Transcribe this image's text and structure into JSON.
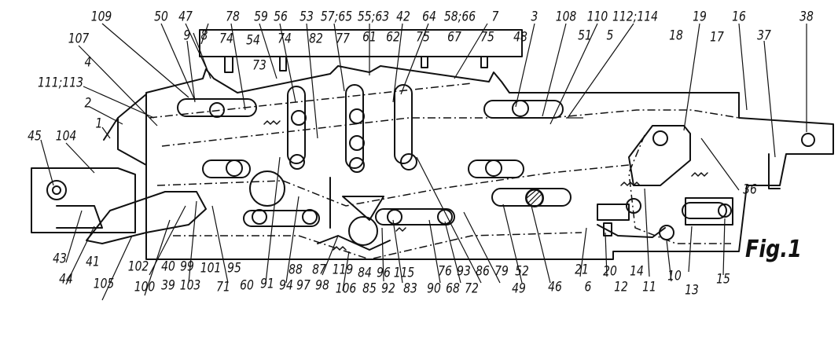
{
  "figure_label": "Fig.1",
  "labels": {
    "l109": "109",
    "l50": "50",
    "l47": "47",
    "l78": "78",
    "l59": "59",
    "l56": "56",
    "l53": "53",
    "l57_65": "57;65",
    "l55_63": "55;63",
    "l42": "42",
    "l64": "64",
    "l58_66": "58;66",
    "l7": "7",
    "l3": "3",
    "l108": "108",
    "l110": "110",
    "l112_114": "112;114",
    "l19": "19",
    "l16": "16",
    "l38": "38",
    "l107": "107",
    "l9": "9",
    "l8": "8",
    "l74a": "74",
    "l54": "54",
    "l74b": "74",
    "l82": "82",
    "l77": "77",
    "l61": "61",
    "l62": "62",
    "l75a": "75",
    "l67": "67",
    "l75b": "75",
    "l48": "48",
    "l51": "51",
    "l5": "5",
    "l18": "18",
    "l17": "17",
    "l37": "37",
    "l4": "4",
    "l73": "73",
    "l111_113": "111;113",
    "l2": "2",
    "l1": "1",
    "l45": "45",
    "l104": "104",
    "l36": "36",
    "l43": "43",
    "l44": "44",
    "l41": "41",
    "l105": "105",
    "l102": "102",
    "l100": "100",
    "l40": "40",
    "l39": "39",
    "l99": "99",
    "l103": "103",
    "l101": "101",
    "l71": "71",
    "l95": "95",
    "l60": "60",
    "l91": "91",
    "l94": "94",
    "l88": "88",
    "l97": "97",
    "l87": "87",
    "l98": "98",
    "l119": "119",
    "l106": "106",
    "l84": "84",
    "l85": "85",
    "l96": "96",
    "l92": "92",
    "l115": "115",
    "l83": "83",
    "l90": "90",
    "l76": "76",
    "l68": "68",
    "l93": "93",
    "l86": "86",
    "l72": "72",
    "l79": "79",
    "l49": "49",
    "l52": "52",
    "l46": "46",
    "l21": "21",
    "l6": "6",
    "l20": "20",
    "l12": "12",
    "l14": "14",
    "l11": "11",
    "l10": "10",
    "l13": "13",
    "l15": "15"
  }
}
